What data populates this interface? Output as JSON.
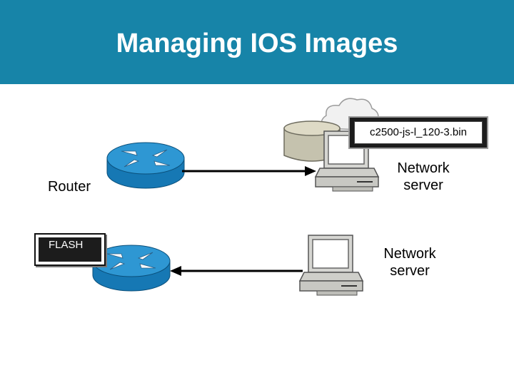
{
  "header": {
    "title": "Managing IOS Images",
    "color": "#1784a8"
  },
  "top_row": {
    "file_label": "c2500-js-l_120-3.bin",
    "router_label": "Router",
    "server_label": "Network server"
  },
  "bottom_row": {
    "flash_label": "FLASH",
    "server_label": "Network server"
  },
  "icons": [
    "router-icon",
    "network-server-icon",
    "database-icon",
    "cloud-icon",
    "arrow"
  ],
  "colors": {
    "router_blue": "#1e8bc3",
    "arrow": "#000000"
  }
}
